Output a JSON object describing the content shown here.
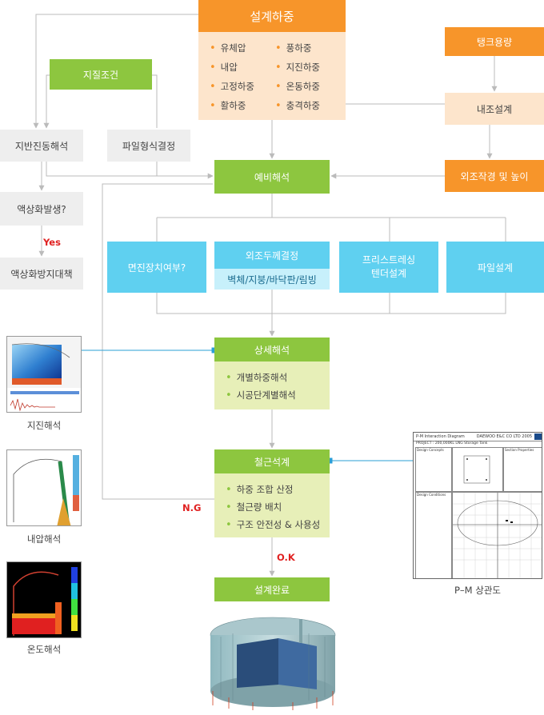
{
  "title": "설계하중",
  "loads": [
    "유체압",
    "풍하중",
    "내압",
    "지진하중",
    "고정하중",
    "온동하중",
    "활하중",
    "충격하중"
  ],
  "soil": "지질조건",
  "tank_capacity": "탱크용량",
  "inner_design": "내조설계",
  "outer_size": "외조작경 및 높이",
  "ground_analysis": "지반진동해석",
  "pile_type": "파일형식결정",
  "liquefaction_q": "액상화발생?",
  "yes": "Yes",
  "liquefaction_fix": "액상화방지대책",
  "prelim": "예비해석",
  "isolation": "면진장치여부?",
  "outer_thickness": "외조두께결정",
  "outer_parts": "벽체/지붕/바닥판/림빙",
  "prestress": "프리스트레싱\n텐더설계",
  "pile_design": "파일설계",
  "detailed": "상세해석",
  "detailed_items": [
    "개별하중해석",
    "시공단계별해석"
  ],
  "rebar": "철근석계",
  "rebar_items": [
    "하중 조합 산정",
    "철근량 배치",
    "구조 안전성 & 사용성"
  ],
  "ng": "N.G",
  "ok": "O.K",
  "done": "설계완료",
  "captions": {
    "seismic": "지진해석",
    "pressure": "내압해석",
    "thermal": "온도해석",
    "pm": "P–M 상관도"
  },
  "pm_doc": {
    "header": "P-M Interaction Diagram",
    "company": "DAEWOO E&C CO LTD 2005",
    "project": "PROJECT : 200,000KL LNG Storage Tank",
    "design_concepts": "Design Concepts",
    "section_properties": "Section Properties",
    "design_conditions": "Design Conditions"
  },
  "colors": {
    "orange": "#f7952a",
    "peach": "#fde5cc",
    "green": "#8dc63f",
    "light_green": "#e7efb8",
    "gray": "#eeeeee",
    "blue": "#5fd0f0",
    "light_blue": "#c7f0fb",
    "red": "#e02020",
    "line": "#bbbbbb",
    "link": "#2a9fd6"
  }
}
